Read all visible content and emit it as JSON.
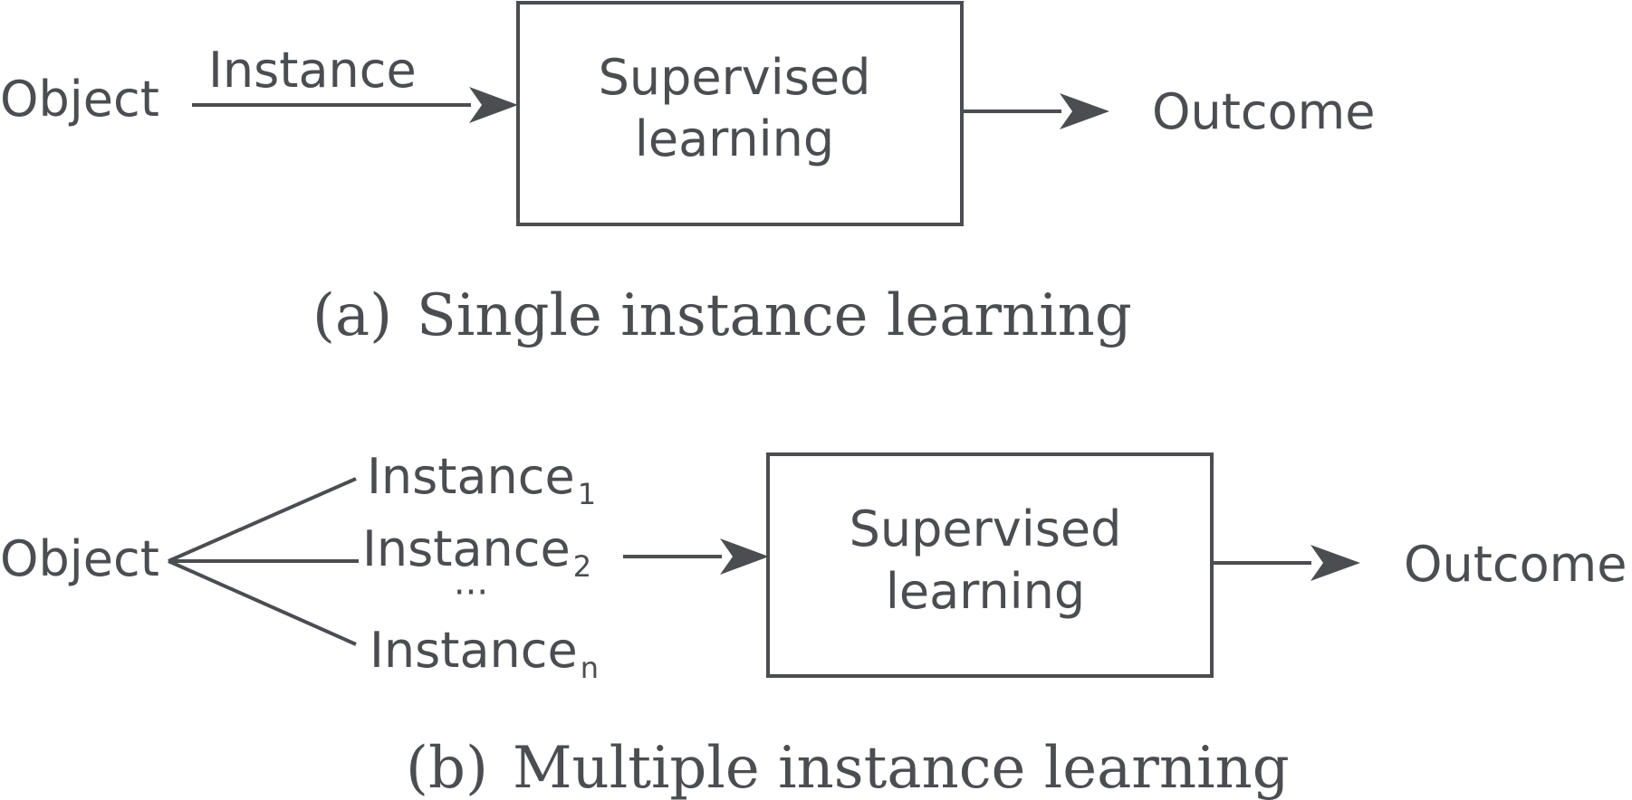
{
  "panel_a": {
    "object_label": "Object",
    "instance_label": "Instance",
    "box_line1": "Supervised",
    "box_line2": "learning",
    "outcome_label": "Outcome",
    "caption_letter": "(a)",
    "caption_text": "Single instance learning"
  },
  "panel_b": {
    "object_label": "Object",
    "instances": [
      {
        "base": "Instance",
        "subscript": "1"
      },
      {
        "base": "Instance",
        "subscript": "2"
      },
      {
        "base": "Instance",
        "subscript": "n"
      }
    ],
    "ellipsis": "···",
    "box_line1": "Supervised",
    "box_line2": "learning",
    "outcome_label": "Outcome",
    "caption_letter": "(b)",
    "caption_text": "Multiple instance learning"
  },
  "colors": {
    "ink": "#4b4d51",
    "background": "#ffffff"
  }
}
